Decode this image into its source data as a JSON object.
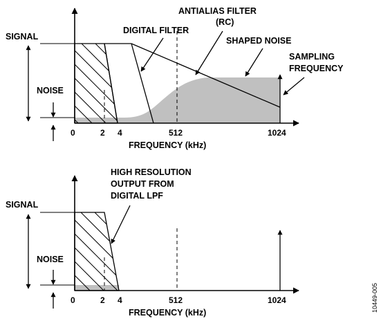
{
  "colors": {
    "line": "#000000",
    "noise_fill": "#c0c0c0",
    "background": "#ffffff"
  },
  "top_panel": {
    "signal_label": "SIGNAL",
    "noise_label": "NOISE",
    "digital_filter_label": "DIGITAL FILTER",
    "antialias_label_line1": "ANTIALIAS FILTER",
    "antialias_label_line2": "(RC)",
    "shaped_noise_label": "SHAPED NOISE",
    "sampling_label_line1": "SAMPLING",
    "sampling_label_line2": "FREQUENCY",
    "ticks": [
      "0",
      "2",
      "4",
      "512",
      "1024"
    ],
    "xlabel": "FREQUENCY (kHz)"
  },
  "bottom_panel": {
    "signal_label": "SIGNAL",
    "noise_label": "NOISE",
    "output_label_line1": "HIGH RESOLUTION",
    "output_label_line2": "OUTPUT FROM",
    "output_label_line3": "DIGITAL LPF",
    "ticks": [
      "0",
      "2",
      "4",
      "512",
      "1024"
    ],
    "xlabel": "FREQUENCY (kHz)"
  },
  "figure_number": "10449-005"
}
